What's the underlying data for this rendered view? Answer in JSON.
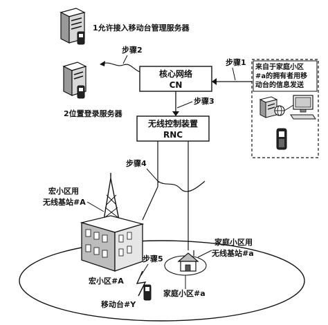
{
  "labels": {
    "server_allow": "1允许接入移动台管理服务器",
    "server_location": "2位置登录服务器",
    "core_network_line1": "核心网络",
    "core_network_line2": "CN",
    "rnc_line1": "无线控制装置",
    "rnc_line2": "RNC",
    "step1": "步骤1",
    "step2": "步骤2",
    "step3": "步骤3",
    "step4": "步骤4",
    "step5": "步骤5",
    "source_line1": "来自于家庭小区",
    "source_line2": "#a的拥有者用移",
    "source_line3": "动台的信息发送",
    "macro_bs_line1": "宏小区用",
    "macro_bs_line2": "无线基站#A",
    "home_bs_line1": "家庭小区用",
    "home_bs_line2": "无线基站#a",
    "macro_cell": "宏小区#A",
    "mobile": "移动台#Y",
    "home_cell": "家庭小区#a"
  }
}
